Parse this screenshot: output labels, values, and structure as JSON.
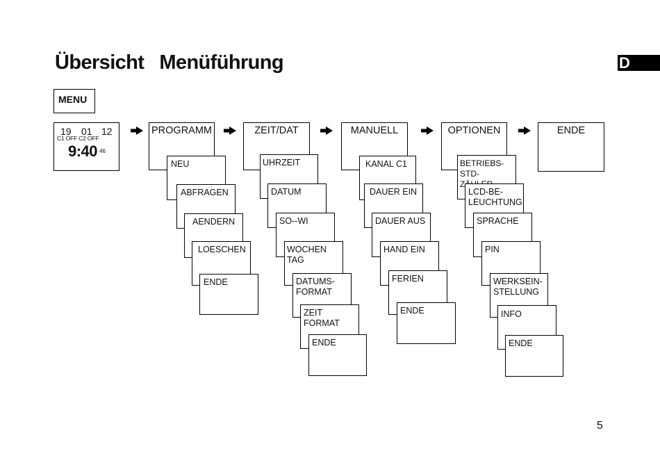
{
  "title": {
    "part1": "Übersicht",
    "part2": "Menüführung"
  },
  "language_tab": "D",
  "menu_label": "MENU",
  "display": {
    "day": "19",
    "month": "01",
    "year": "12",
    "status": "C1 OFF C2 OFF",
    "time": "9:40",
    "seconds": "46"
  },
  "columns": [
    {
      "header": "PROGRAMM",
      "items": [
        "NEU",
        "ABFRAGEN",
        "AENDERN",
        "LOESCHEN",
        "ENDE"
      ]
    },
    {
      "header": "ZEIT/DAT",
      "items": [
        "UHRZEIT",
        "DATUM",
        "SO--WI",
        "WOCHEN\nTAG",
        "DATUMS-\nFORMAT",
        "ZEIT\nFORMAT",
        "ENDE"
      ]
    },
    {
      "header": "MANUELL",
      "items": [
        "KANAL C1",
        "DAUER EIN",
        "DAUER AUS",
        "HAND EIN",
        "FERIEN",
        "ENDE"
      ]
    },
    {
      "header": "OPTIONEN",
      "items": [
        "BETRIEBS-\nSTD-ZÄHLER",
        "LCD-BE-\nLEUCHTUNG",
        "SPRACHE",
        "PIN",
        "WERKSEIN-\nSTELLUNG",
        "INFO",
        "ENDE"
      ]
    },
    {
      "header": "ENDE",
      "items": []
    }
  ],
  "page_number": "5"
}
